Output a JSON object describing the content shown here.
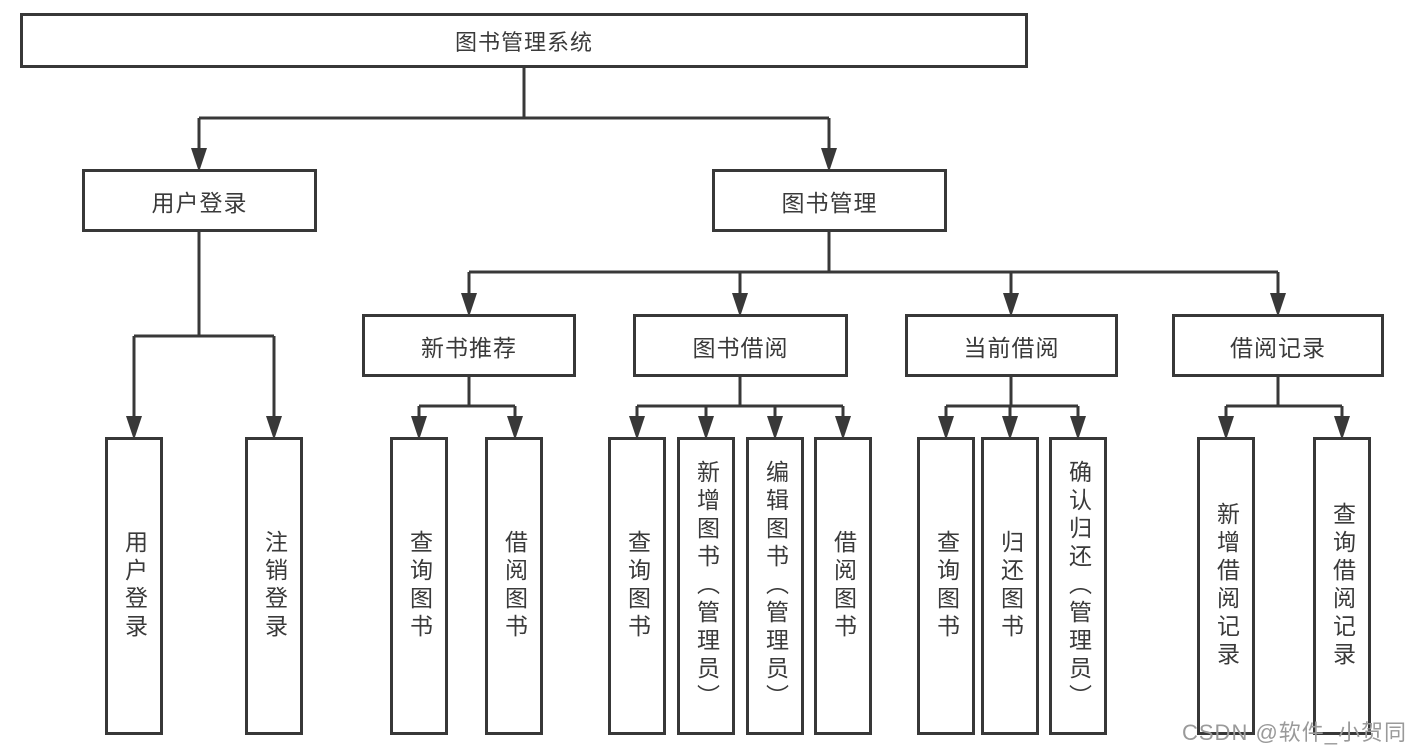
{
  "diagram": {
    "tree": {
      "label": "图书管理系统",
      "children": [
        {
          "label": "用户登录",
          "children": [
            {
              "label": "用户登录"
            },
            {
              "label": "注销登录"
            }
          ]
        },
        {
          "label": "图书管理",
          "children": [
            {
              "label": "新书推荐",
              "children": [
                {
                  "label": "查询图书"
                },
                {
                  "label": "借阅图书"
                }
              ]
            },
            {
              "label": "图书借阅",
              "children": [
                {
                  "label": "查询图书"
                },
                {
                  "label": "新增图书（管理员）"
                },
                {
                  "label": "编辑图书（管理员）"
                },
                {
                  "label": "借阅图书"
                }
              ]
            },
            {
              "label": "当前借阅",
              "children": [
                {
                  "label": "查询图书"
                },
                {
                  "label": "归还图书"
                },
                {
                  "label": "确认归还（管理员）"
                }
              ]
            },
            {
              "label": "借阅记录",
              "children": [
                {
                  "label": "新增借阅记录"
                },
                {
                  "label": "查询借阅记录"
                }
              ]
            }
          ]
        }
      ]
    }
  },
  "watermark": {
    "text": "CSDN @软件_小贺同学"
  },
  "colors": {
    "line": "#383838",
    "border": "#383838",
    "text": "#3a3a3a",
    "background": "#ffffff",
    "watermark": "#9a9a9a"
  }
}
